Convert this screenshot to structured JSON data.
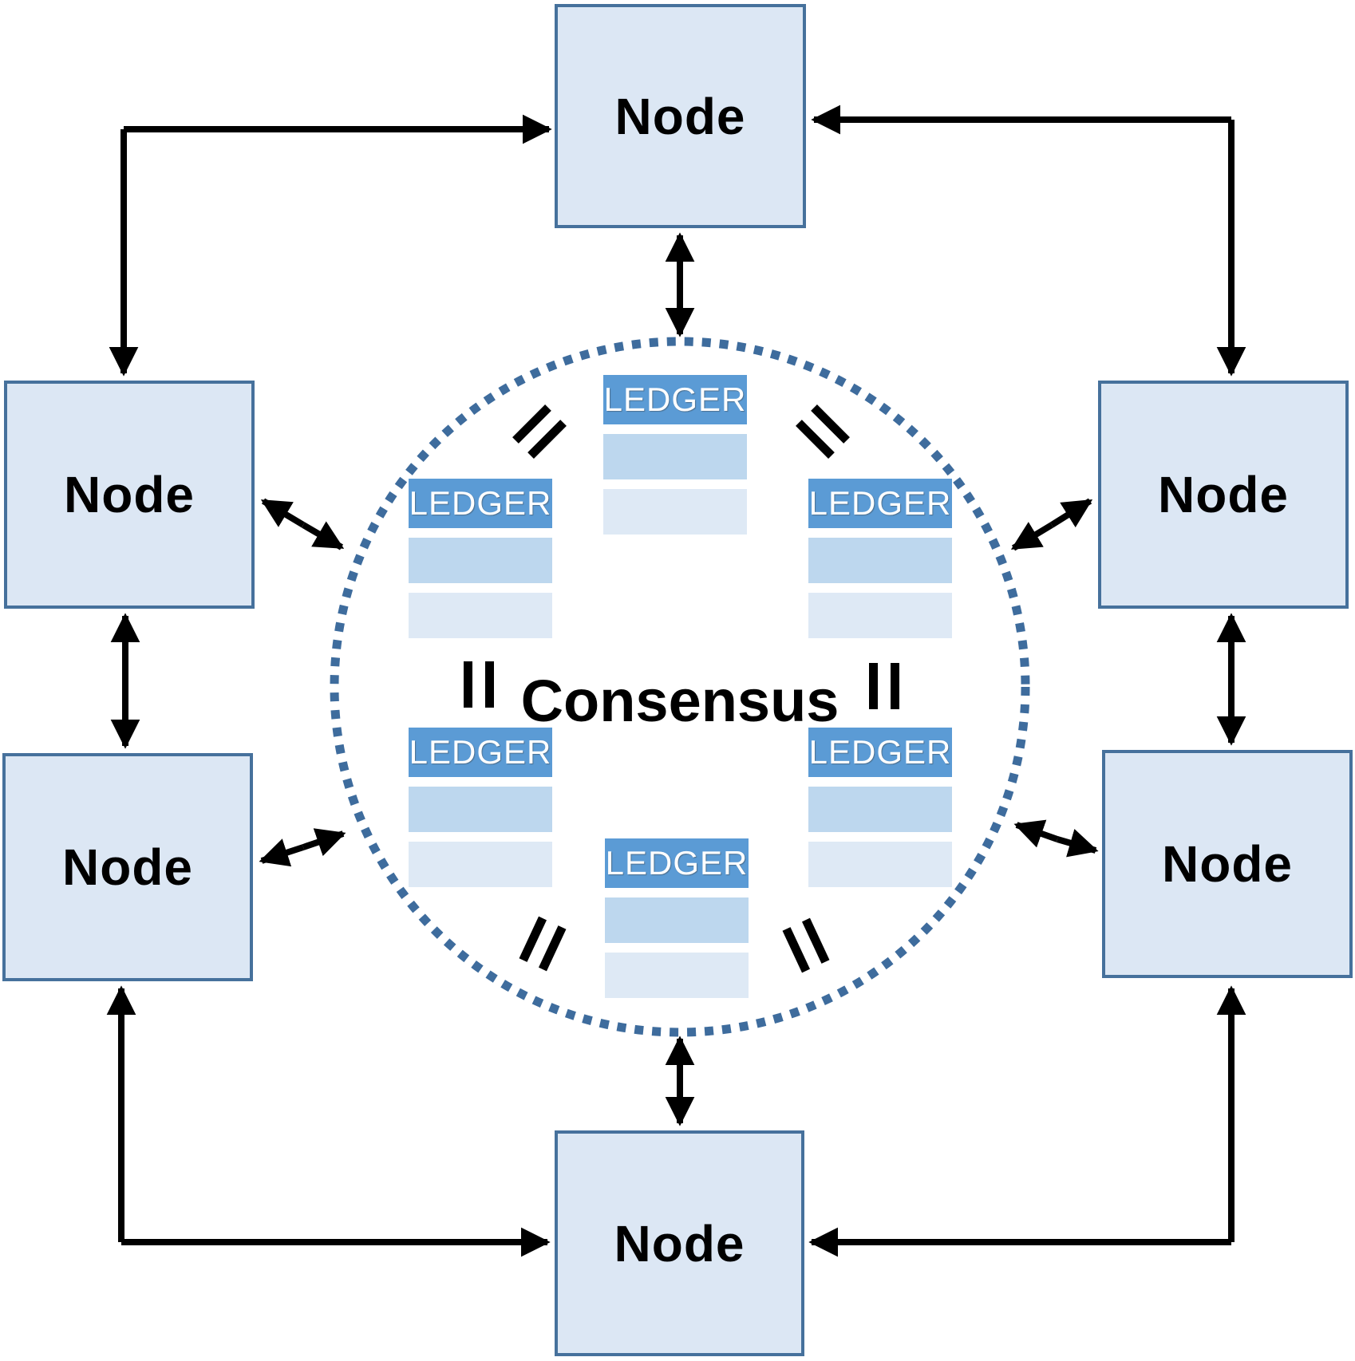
{
  "diagram": {
    "consensus_label": "Consensus",
    "nodes": [
      {
        "id": "top",
        "label": "Node"
      },
      {
        "id": "upper-left",
        "label": "Node"
      },
      {
        "id": "upper-right",
        "label": "Node"
      },
      {
        "id": "lower-left",
        "label": "Node"
      },
      {
        "id": "lower-right",
        "label": "Node"
      },
      {
        "id": "bottom",
        "label": "Node"
      }
    ],
    "ledgers": [
      {
        "id": "top",
        "label": "LEDGER"
      },
      {
        "id": "upper-left",
        "label": "LEDGER"
      },
      {
        "id": "upper-right",
        "label": "LEDGER"
      },
      {
        "id": "lower-left",
        "label": "LEDGER"
      },
      {
        "id": "lower-right",
        "label": "LEDGER"
      },
      {
        "id": "bottom",
        "label": "LEDGER"
      }
    ]
  },
  "colors": {
    "node_fill": "#dce7f4",
    "node_border": "#46719c",
    "ledger_header": "#5b9bd5",
    "ledger_row_mid": "#bdd7ee",
    "ledger_row_light": "#dee9f5",
    "circle_dot": "#3e6c9d",
    "arrow": "#000000"
  }
}
